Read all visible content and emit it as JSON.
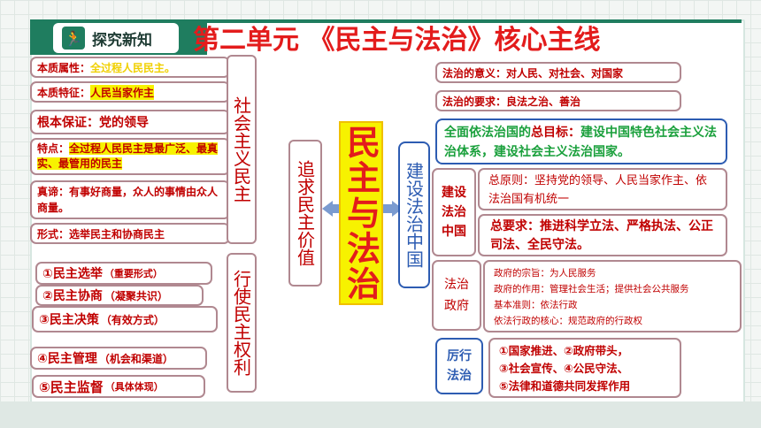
{
  "header": {
    "tag_label": "探究新知",
    "title_part1": "第二单元",
    "title_part2": "《民主与法治》核心主线"
  },
  "left": {
    "socialist_democracy_label": "社会主义民主",
    "rights_label": "行使民主权利",
    "pursue_label": "追求民主价值",
    "items": [
      {
        "prefix": "本质属性：",
        "text": "全过程人民民主。"
      },
      {
        "prefix": "本质特征：",
        "text": "人民当家作主"
      },
      {
        "prefix": "",
        "text": "根本保证：党的领导"
      },
      {
        "prefix": "特点：",
        "text": "全过程人民民主是最广泛、最真实、最管用的民主"
      },
      {
        "prefix": "真谛：",
        "text": "有事好商量，众人的事情由众人商量。"
      },
      {
        "prefix": "",
        "text": "形式：选举民主和协商民主"
      }
    ],
    "rights": [
      {
        "main": "①民主选举",
        "note": "（重要形式）"
      },
      {
        "main": "②民主协商",
        "note": "（凝聚共识）"
      },
      {
        "main": "③民主决策",
        "note": "（有效方式）"
      },
      {
        "main": "④民主管理",
        "note": "（机会和渠道）"
      },
      {
        "main": "⑤民主监督",
        "note": "（具体体现）"
      }
    ]
  },
  "center": {
    "label": "民主与法治"
  },
  "right": {
    "build_label": "建设法治中国",
    "meaning": "法治的意义：对人民、对社会、对国家",
    "requirement": "法治的要求：良法之治、善治",
    "goal_prefix": "全面依法治国的",
    "goal_key": "总目标：",
    "goal_text": "建设中国特色社会主义法治体系，建设社会主义法治国家。",
    "jianshe_label": "建设法治中国",
    "principle": "总原则：坚持党的领导、人民当家作主、依法治国有机统一",
    "general_req": "总要求：推进科学立法、严格执法、公正司法、全民守法。",
    "gov_label": "法治政府",
    "gov_lines": [
      "政府的宗旨：为人民服务",
      "政府的作用：管理社会生活；提供社会公共服务",
      "基本准则：依法行政",
      "依法行政的核心：规范政府的行政权"
    ],
    "practice_label": "厉行法治",
    "practice_lines": [
      "①国家推进、②政府带头，",
      "③社会宣传、④公民守法、",
      "⑤法律和道德共同发挥作用"
    ]
  }
}
